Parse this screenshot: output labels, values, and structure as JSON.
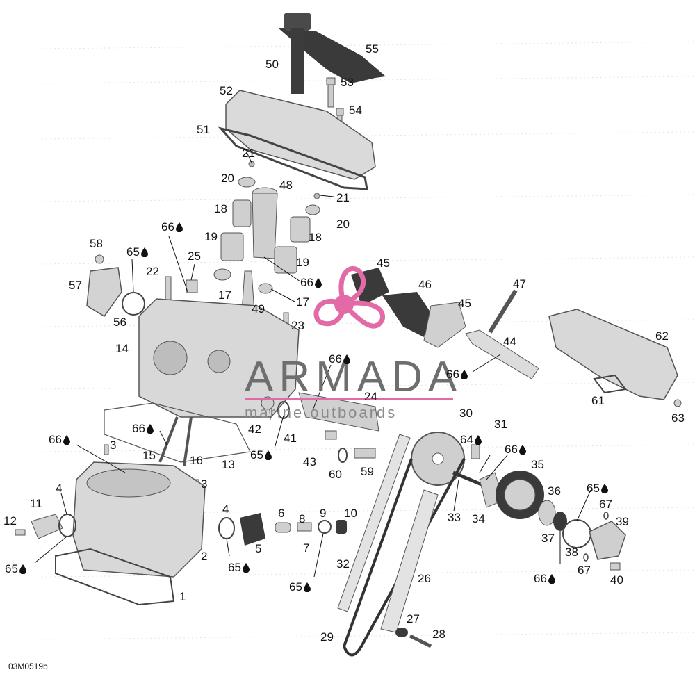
{
  "figure_code": "03M0519b",
  "watermark": {
    "brand": "ARMADA",
    "tagline": "marine outboards",
    "brand_color": "#e26aa6"
  },
  "colors": {
    "part_fill": "#d9d9d9",
    "part_stroke": "#555555",
    "dark_part": "#3a3a3a",
    "callout": "#111111"
  },
  "callouts": [
    {
      "id": "c55",
      "label": "55",
      "drop": false
    },
    {
      "id": "c50",
      "label": "50",
      "drop": false
    },
    {
      "id": "c53",
      "label": "53",
      "drop": false
    },
    {
      "id": "c52",
      "label": "52",
      "drop": false
    },
    {
      "id": "c54",
      "label": "54",
      "drop": false
    },
    {
      "id": "c51",
      "label": "51",
      "drop": false
    },
    {
      "id": "c21a",
      "label": "21",
      "drop": false
    },
    {
      "id": "c20a",
      "label": "20",
      "drop": false
    },
    {
      "id": "c48",
      "label": "48",
      "drop": false
    },
    {
      "id": "c21b",
      "label": "21",
      "drop": false
    },
    {
      "id": "c18a",
      "label": "18",
      "drop": false
    },
    {
      "id": "c20b",
      "label": "20",
      "drop": false
    },
    {
      "id": "c66a",
      "label": "66",
      "drop": true
    },
    {
      "id": "c18b",
      "label": "18",
      "drop": false
    },
    {
      "id": "c19a",
      "label": "19",
      "drop": false
    },
    {
      "id": "c58",
      "label": "58",
      "drop": false
    },
    {
      "id": "c65a",
      "label": "65",
      "drop": true
    },
    {
      "id": "c25",
      "label": "25",
      "drop": false
    },
    {
      "id": "c19b",
      "label": "19",
      "drop": false
    },
    {
      "id": "c22",
      "label": "22",
      "drop": false
    },
    {
      "id": "c57",
      "label": "57",
      "drop": false
    },
    {
      "id": "c45a",
      "label": "45",
      "drop": false
    },
    {
      "id": "c66b",
      "label": "66",
      "drop": true
    },
    {
      "id": "c46",
      "label": "46",
      "drop": false
    },
    {
      "id": "c47",
      "label": "47",
      "drop": false
    },
    {
      "id": "c17a",
      "label": "17",
      "drop": false
    },
    {
      "id": "c17b",
      "label": "17",
      "drop": false
    },
    {
      "id": "c45b",
      "label": "45",
      "drop": false
    },
    {
      "id": "c56",
      "label": "56",
      "drop": false
    },
    {
      "id": "c49",
      "label": "49",
      "drop": false
    },
    {
      "id": "c23",
      "label": "23",
      "drop": false
    },
    {
      "id": "c62",
      "label": "62",
      "drop": false
    },
    {
      "id": "c14",
      "label": "14",
      "drop": false
    },
    {
      "id": "c44",
      "label": "44",
      "drop": false
    },
    {
      "id": "c66c",
      "label": "66",
      "drop": true
    },
    {
      "id": "c66d",
      "label": "66",
      "drop": true
    },
    {
      "id": "c24",
      "label": "24",
      "drop": false
    },
    {
      "id": "c61",
      "label": "61",
      "drop": false
    },
    {
      "id": "c30",
      "label": "30",
      "drop": false
    },
    {
      "id": "c63",
      "label": "63",
      "drop": false
    },
    {
      "id": "c66e",
      "label": "66",
      "drop": true
    },
    {
      "id": "c42",
      "label": "42",
      "drop": false
    },
    {
      "id": "c31",
      "label": "31",
      "drop": false
    },
    {
      "id": "c41",
      "label": "41",
      "drop": false
    },
    {
      "id": "c66f",
      "label": "66",
      "drop": true
    },
    {
      "id": "c3a",
      "label": "3",
      "drop": false
    },
    {
      "id": "c64",
      "label": "64",
      "drop": true
    },
    {
      "id": "c66g",
      "label": "66",
      "drop": true
    },
    {
      "id": "c15",
      "label": "15",
      "drop": false
    },
    {
      "id": "c16",
      "label": "16",
      "drop": false
    },
    {
      "id": "c13",
      "label": "13",
      "drop": false
    },
    {
      "id": "c65b",
      "label": "65",
      "drop": true
    },
    {
      "id": "c43",
      "label": "43",
      "drop": false
    },
    {
      "id": "c35",
      "label": "35",
      "drop": false
    },
    {
      "id": "c60",
      "label": "60",
      "drop": false
    },
    {
      "id": "c59",
      "label": "59",
      "drop": false
    },
    {
      "id": "c3b",
      "label": "3",
      "drop": false
    },
    {
      "id": "c4a",
      "label": "4",
      "drop": false
    },
    {
      "id": "c11",
      "label": "11",
      "drop": false
    },
    {
      "id": "c65c",
      "label": "65",
      "drop": true
    },
    {
      "id": "c33",
      "label": "33",
      "drop": false
    },
    {
      "id": "c34",
      "label": "34",
      "drop": false
    },
    {
      "id": "c36",
      "label": "36",
      "drop": false
    },
    {
      "id": "c67a",
      "label": "67",
      "drop": false
    },
    {
      "id": "c12",
      "label": "12",
      "drop": false
    },
    {
      "id": "c4b",
      "label": "4",
      "drop": false
    },
    {
      "id": "c6",
      "label": "6",
      "drop": false
    },
    {
      "id": "c8",
      "label": "8",
      "drop": false
    },
    {
      "id": "c9",
      "label": "9",
      "drop": false
    },
    {
      "id": "c10",
      "label": "10",
      "drop": false
    },
    {
      "id": "c39",
      "label": "39",
      "drop": false
    },
    {
      "id": "c37",
      "label": "37",
      "drop": false
    },
    {
      "id": "c5",
      "label": "5",
      "drop": false
    },
    {
      "id": "c7",
      "label": "7",
      "drop": false
    },
    {
      "id": "c2",
      "label": "2",
      "drop": false
    },
    {
      "id": "c38",
      "label": "38",
      "drop": false
    },
    {
      "id": "c65d",
      "label": "65",
      "drop": true
    },
    {
      "id": "c65e",
      "label": "65",
      "drop": true
    },
    {
      "id": "c32",
      "label": "32",
      "drop": false
    },
    {
      "id": "c67b",
      "label": "67",
      "drop": false
    },
    {
      "id": "c26",
      "label": "26",
      "drop": false
    },
    {
      "id": "c66h",
      "label": "66",
      "drop": true
    },
    {
      "id": "c40",
      "label": "40",
      "drop": false
    },
    {
      "id": "c65f",
      "label": "65",
      "drop": true
    },
    {
      "id": "c1",
      "label": "1",
      "drop": false
    },
    {
      "id": "c27",
      "label": "27",
      "drop": false
    },
    {
      "id": "c28",
      "label": "28",
      "drop": false
    },
    {
      "id": "c29",
      "label": "29",
      "drop": false
    }
  ]
}
